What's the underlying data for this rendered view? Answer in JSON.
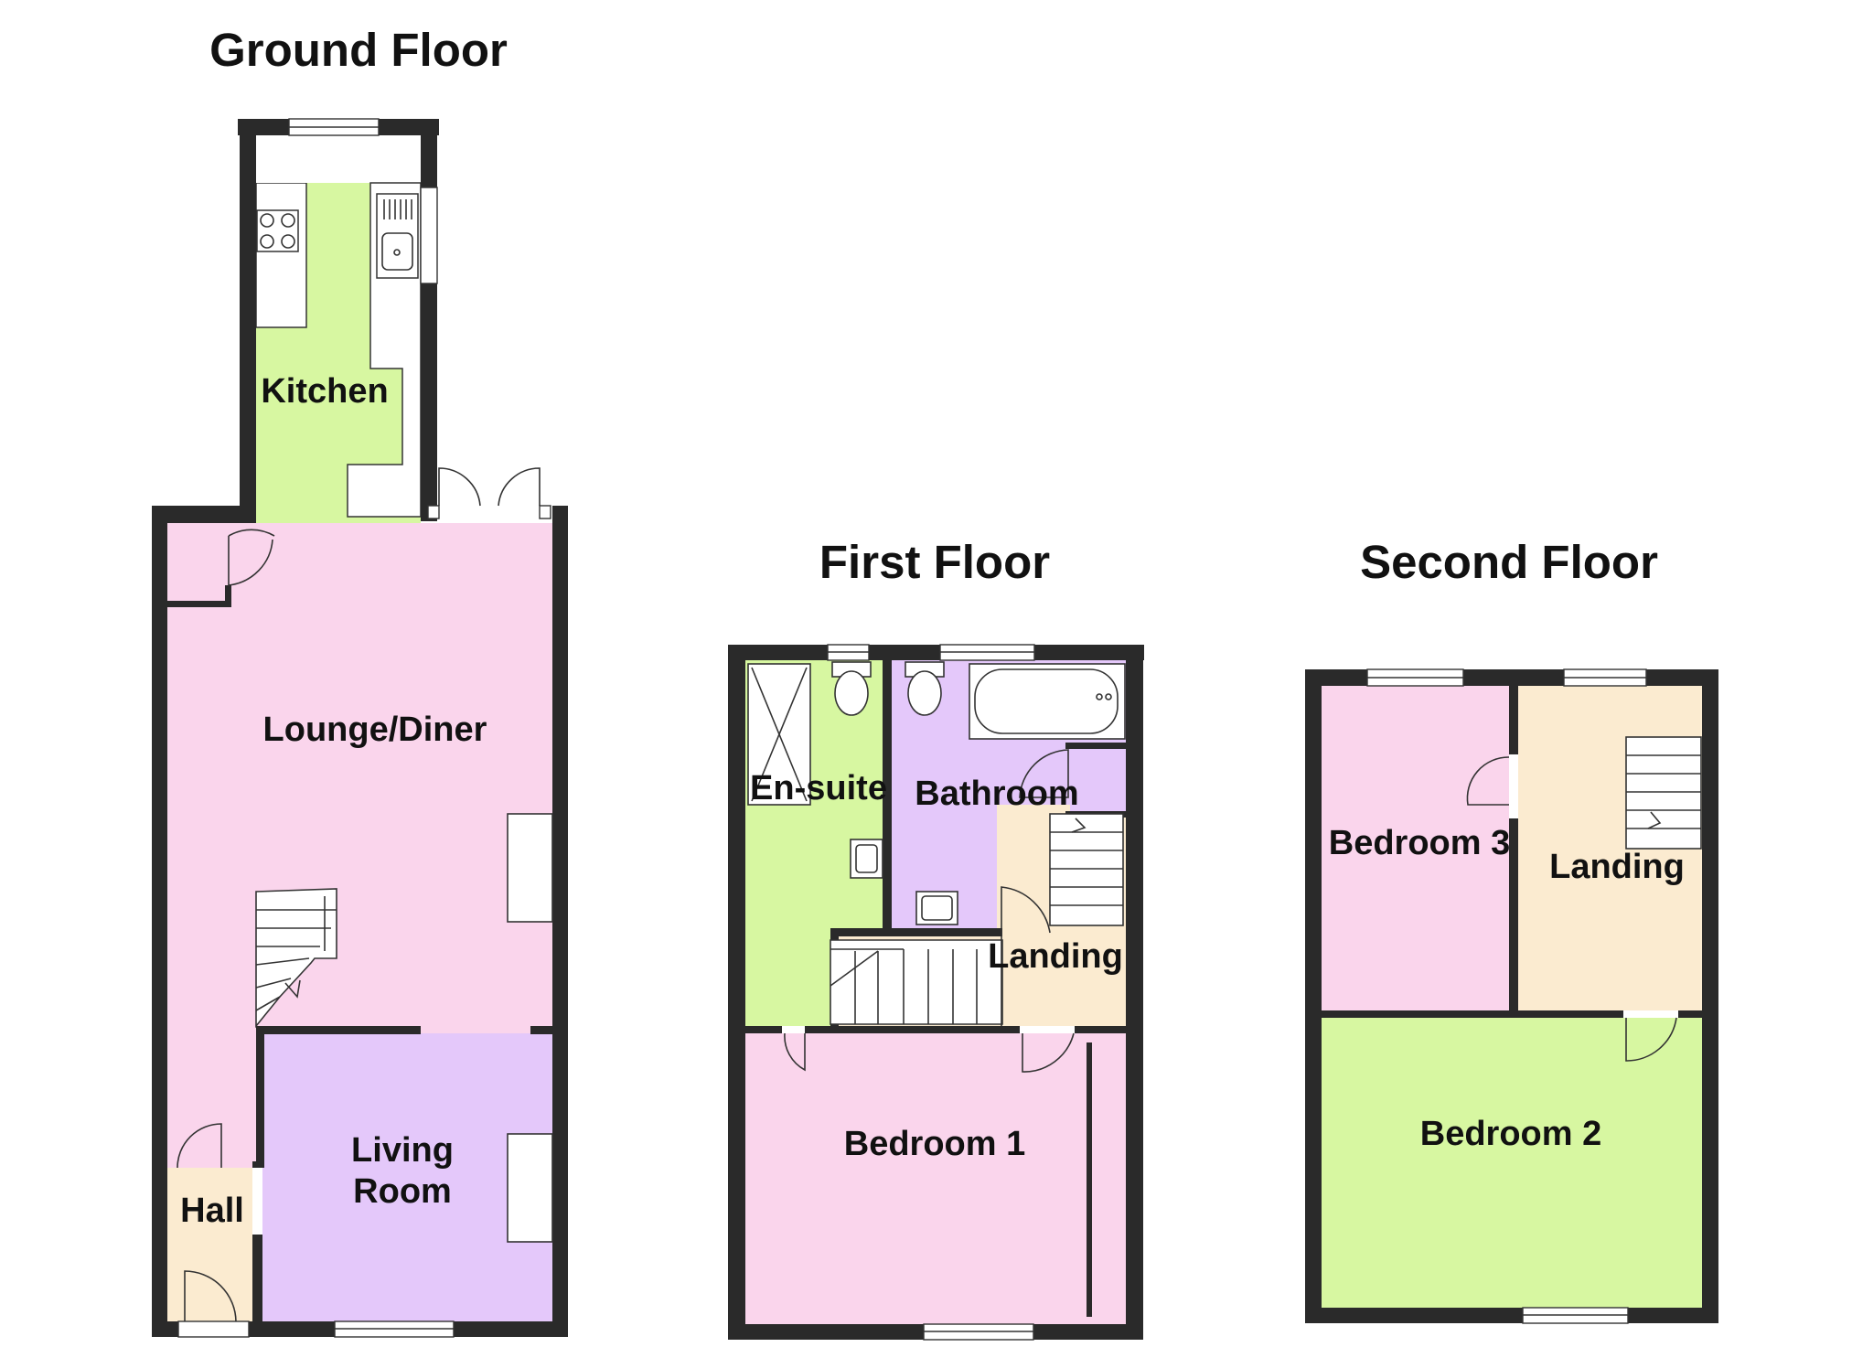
{
  "floors": {
    "ground": {
      "title": "Ground Floor",
      "rooms": {
        "kitchen": "Kitchen",
        "lounge_diner": "Lounge/Diner",
        "living_room_line1": "Living",
        "living_room_line2": "Room",
        "hall": "Hall"
      }
    },
    "first": {
      "title": "First Floor",
      "rooms": {
        "ensuite": "En-suite",
        "bathroom": "Bathroom",
        "landing": "Landing",
        "bedroom1": "Bedroom 1"
      }
    },
    "second": {
      "title": "Second Floor",
      "rooms": {
        "bedroom3": "Bedroom 3",
        "landing": "Landing",
        "bedroom2": "Bedroom 2"
      }
    }
  },
  "colors": {
    "pink": "#fad5ec",
    "lilac": "#e4c8fa",
    "green": "#d7f7a1",
    "beige": "#fbebd0",
    "wall": "#2a2a2a"
  }
}
